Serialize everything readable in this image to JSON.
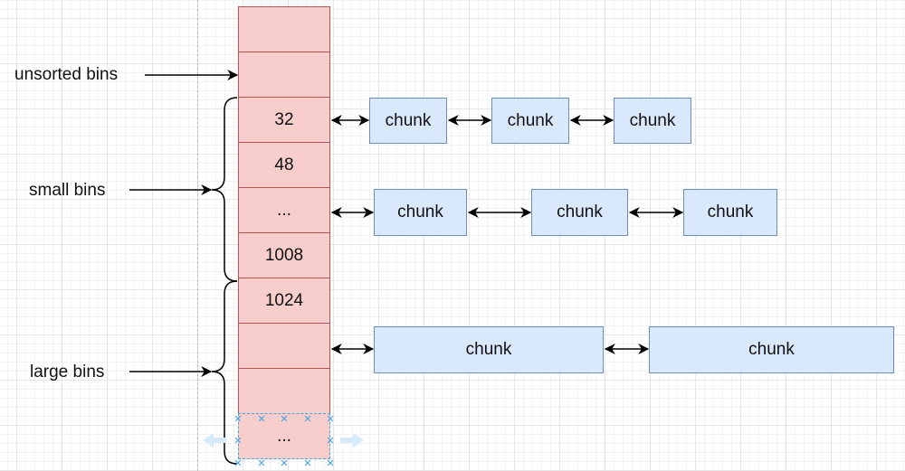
{
  "labels": {
    "unsorted": "unsorted bins",
    "small": "small bins",
    "large": "large bins"
  },
  "bins": [
    "",
    "",
    "32",
    "48",
    "...",
    "1008",
    "1024",
    "",
    "",
    "..."
  ],
  "chunk_text": "chunk",
  "rows": [
    {
      "bin": "32",
      "chunks": [
        "chunk",
        "chunk",
        "chunk"
      ]
    },
    {
      "bin": "...",
      "chunks": [
        "chunk",
        "chunk",
        "chunk"
      ]
    },
    {
      "bin": "",
      "chunks": [
        "chunk",
        "chunk"
      ]
    }
  ],
  "colors": {
    "bin_fill": "#f8cecc",
    "bin_border": "#b85450",
    "chunk_fill": "#dae8fc",
    "chunk_border": "#6c8ebf",
    "selection": "#4aa3df"
  }
}
